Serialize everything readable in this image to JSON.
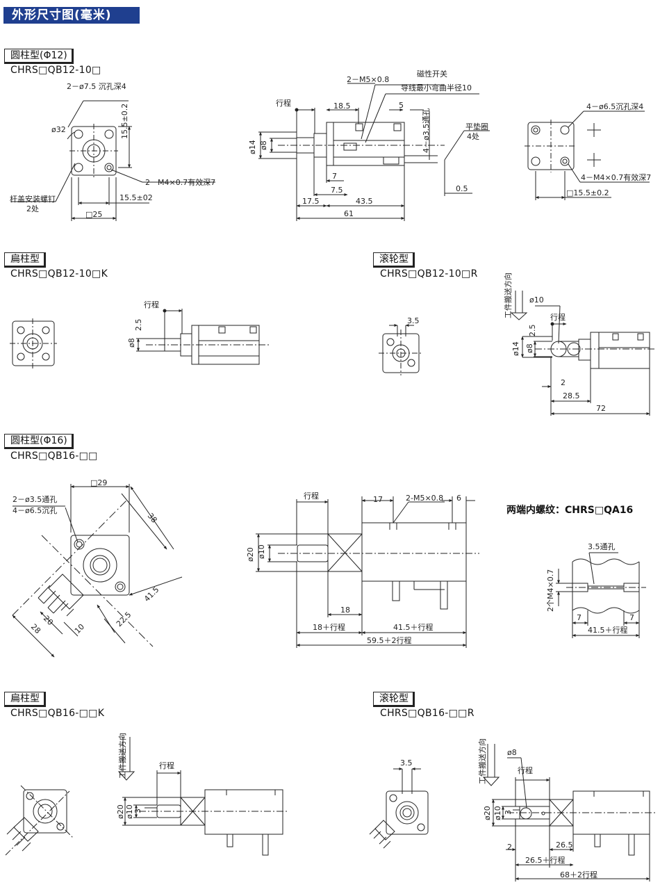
{
  "header": {
    "title": "外形尺寸图(毫米)"
  },
  "sections": {
    "s1": {
      "tag": "圆柱型(Φ12)",
      "model": "CHRS□QB12-10□"
    },
    "s2": {
      "tag": "扁柱型",
      "model": "CHRS□QB12-10□K"
    },
    "s3": {
      "tag": "滚轮型",
      "model": "CHRS□QB12-10□R"
    },
    "s4": {
      "tag": "圆柱型(Φ16)",
      "model": "CHRS□QB16-□□"
    },
    "s5": {
      "tag": "扁柱型",
      "model": "CHRS□QB16-□□K"
    },
    "s6": {
      "tag": "滚轮型",
      "model": "CHRS□QB16-□□R"
    }
  },
  "aside": {
    "both_ends_thread": "两端内螺纹：CHRS□QA16"
  },
  "labels": {
    "a1": "2－ø7.5 沉孔深4",
    "a2": "ø32",
    "a3": "15.5±0.2",
    "a4": "2－M4×0.7有效深7",
    "a5": "15.5±02",
    "a6": "杆盖安装螺钉",
    "a7": "2处",
    "a8": "□25",
    "b1": "行程",
    "b2": "18.5",
    "b3": "2－M5×0.8",
    "b4": "磁性开关",
    "b5": "导线最小弯曲半径10",
    "b6": "5",
    "b7": "4－ø3.5通孔",
    "b8": "平垫圈",
    "b9": "4处",
    "b10": "ø14",
    "b11": "ø8",
    "b12": "7",
    "b13": "7.5",
    "b14": "0.5",
    "b15": "17.5",
    "b16": "43.5",
    "b17": "61",
    "c1": "4－ø6.5沉孔深4",
    "c2": "4－M4×0.7有效深7",
    "c3": "□15.5±0.2",
    "d1": "行程",
    "d2": "2.5",
    "d3": "ø8",
    "e1": "3.5",
    "e2": "工件搬送方向",
    "e3": "ø10",
    "e4": "行程",
    "e5": "2.5",
    "e6": "ø14",
    "e7": "ø8",
    "e8": "2",
    "e9": "28.5",
    "e10": "72",
    "f1": "□29",
    "f2": "2－ø3.5通孔",
    "f3": "4－ø6.5沉孔",
    "f4": "38",
    "f5": "41.5",
    "f6": "22.5",
    "f7": "20",
    "f8": "28",
    "f9": "10",
    "g1": "行程",
    "g2": "17",
    "g3": "2-M5×0.8",
    "g4": "6",
    "g5": "ø20",
    "g6": "ø10",
    "g7": "18",
    "g8": "18＋行程",
    "g9": "41.5＋行程",
    "g10": "59.5＋2行程",
    "h1": "3.5通孔",
    "h2": "2个M4×0.7",
    "h3": "7",
    "h4": "7",
    "h5": "41.5＋行程",
    "i1": "工件搬送方向",
    "i2": "行程",
    "i3": "ø20",
    "i4": "ø10",
    "i5": "3",
    "j1": "3.5",
    "k1": "工件搬送方向",
    "k2": "ø8",
    "k3": "行程",
    "k4": "ø20",
    "k5": "ø10",
    "k6": "3",
    "k7": "2",
    "k8": "26.5",
    "k9": "26.5＋行程",
    "k10": "68＋2行程"
  }
}
